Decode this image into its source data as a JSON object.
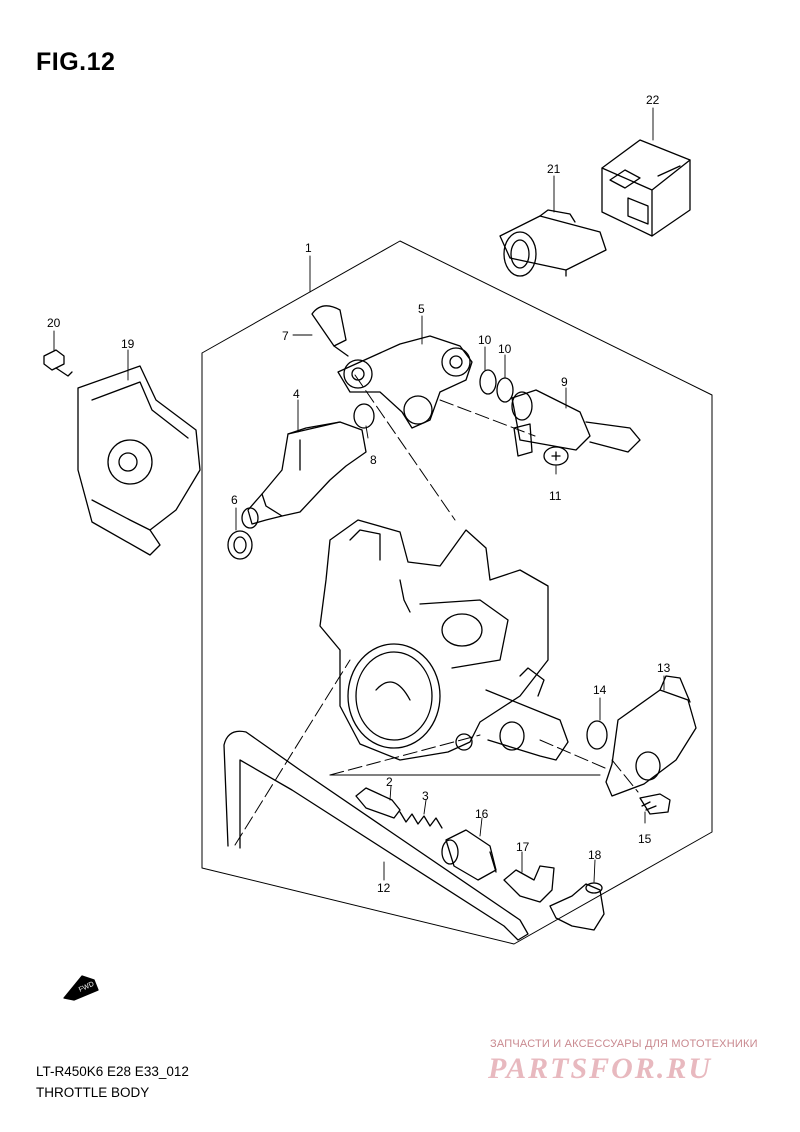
{
  "figure": {
    "title": "FIG.12",
    "model_code": "LT-R450K6 E28 E33_012",
    "name": "THROTTLE BODY",
    "fwd_label": "FWD"
  },
  "callouts": {
    "c1": "1",
    "c2": "2",
    "c3": "3",
    "c4": "4",
    "c5": "5",
    "c6": "6",
    "c7": "7",
    "c8": "8",
    "c9": "9",
    "c10a": "10",
    "c10b": "10",
    "c11": "11",
    "c12": "12",
    "c13": "13",
    "c14": "14",
    "c15": "15",
    "c16": "16",
    "c17": "17",
    "c18": "18",
    "c19": "19",
    "c20": "20",
    "c21": "21",
    "c22": "22"
  },
  "watermark": {
    "tagline": "ЗАПЧАСТИ И АКСЕССУАРЫ ДЛЯ МОТОТЕХНИКИ",
    "logo": "PARTSFOR.RU"
  },
  "colors": {
    "ink": "#000000",
    "watermark": "#e8b9bf"
  }
}
